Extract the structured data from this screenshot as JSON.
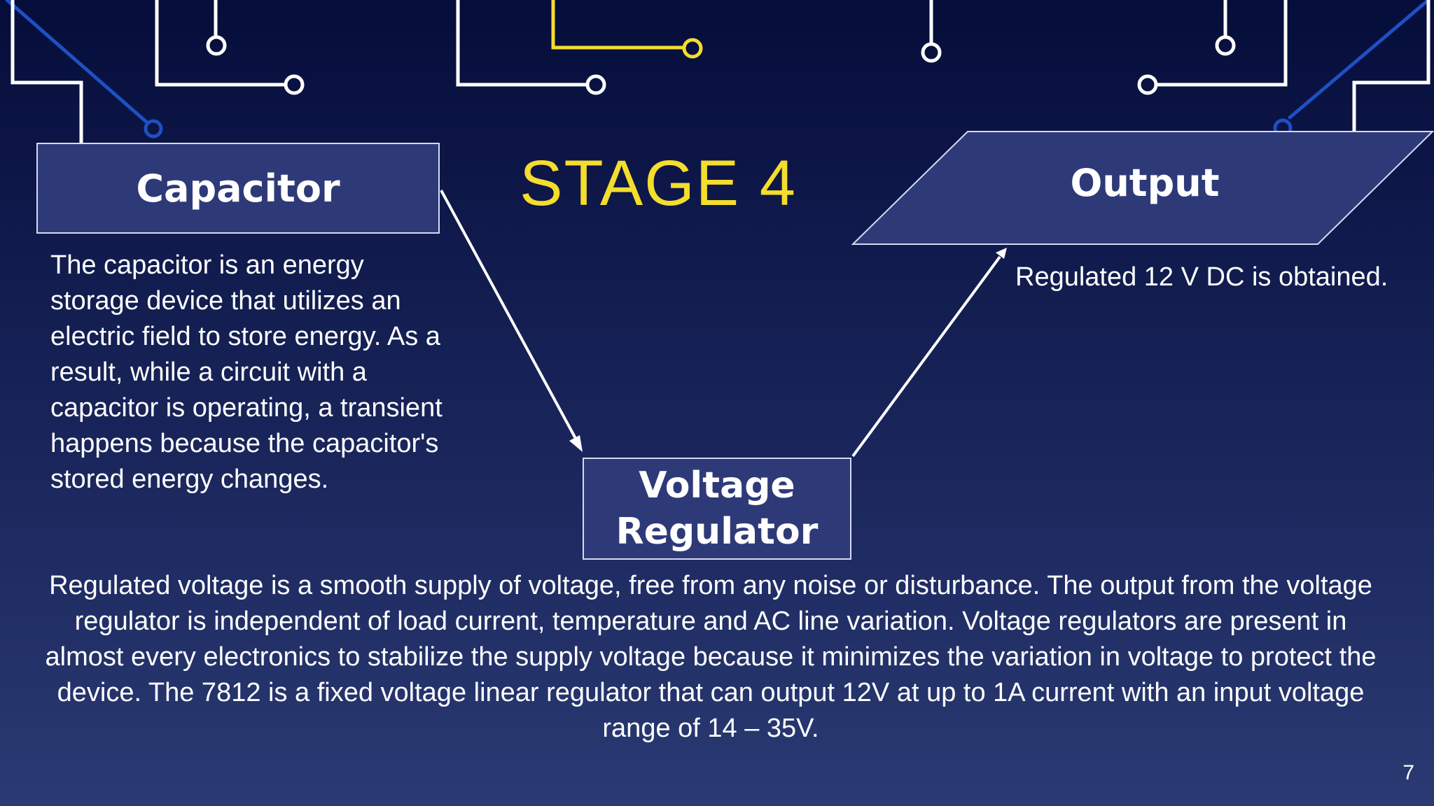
{
  "title": "STAGE 4",
  "boxes": {
    "capacitor": "Capacitor",
    "output": "Output",
    "regulator_line1": "Voltage",
    "regulator_line2": "Regulator"
  },
  "descriptions": {
    "capacitor": "The capacitor is an energy storage device that utilizes an electric field to store energy. As a result, while a circuit with a capacitor is operating, a transient happens because the capacitor's stored energy changes.",
    "output": "Regulated 12 V DC is obtained.",
    "regulator": "Regulated voltage is a smooth supply of voltage, free from any noise or disturbance. The output from the voltage regulator is independent of load current, temperature and AC line variation. Voltage regulators are present in almost every electronics to stabilize the supply voltage because it minimizes the variation in voltage to protect the device. The 7812 is a fixed voltage linear regulator that can output 12V at up to 1A current with an input voltage range of 14 – 35V."
  },
  "page_number": "7",
  "colors": {
    "title": "#f4dd2c",
    "box_fill": "#2e3a78",
    "trace_white": "#ffffff",
    "trace_blue": "#1f4fc4",
    "trace_yellow": "#f4dd2c"
  }
}
